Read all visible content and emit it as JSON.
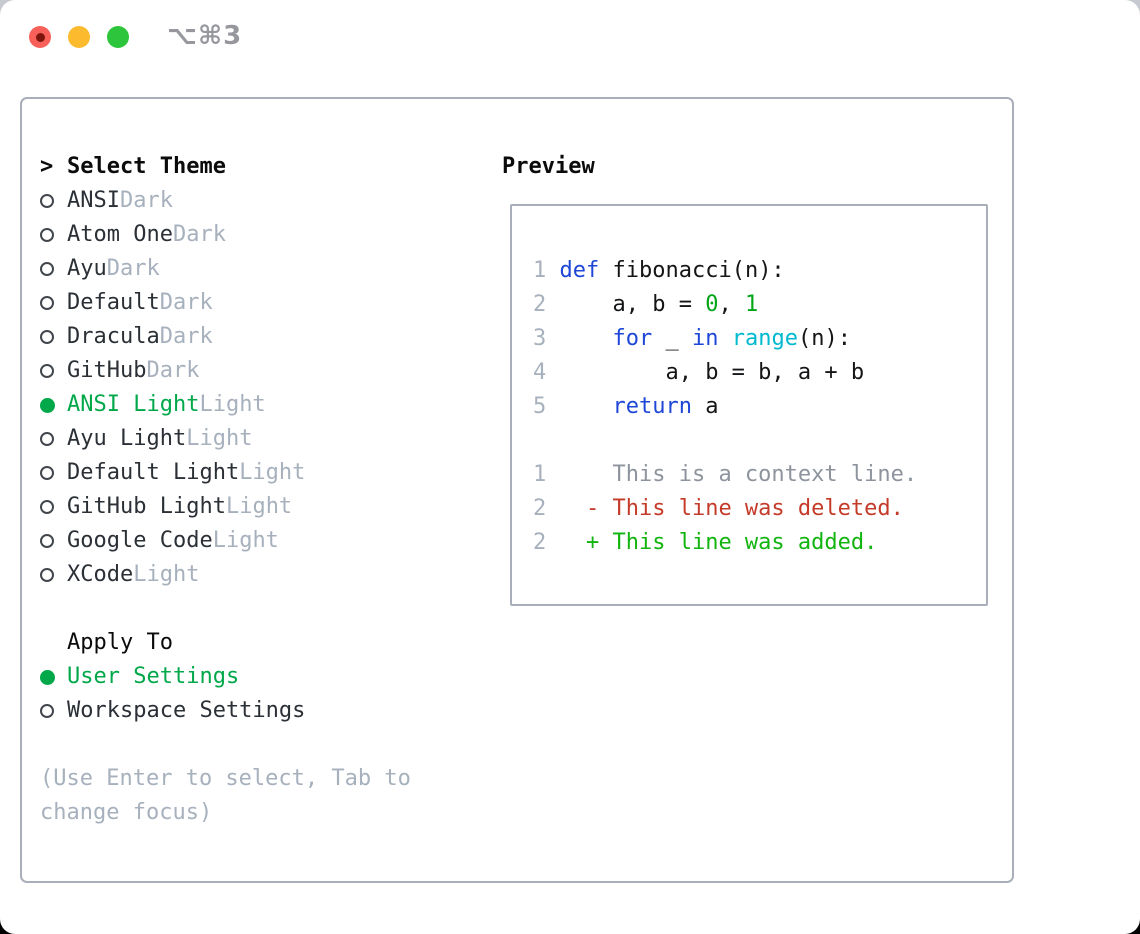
{
  "window": {
    "title": "⌥⌘3",
    "traffic_lights": [
      {
        "name": "close",
        "color": "#f9605a",
        "dot": "#7e150d"
      },
      {
        "name": "minimize",
        "color": "#fcbb2f",
        "dot": null
      },
      {
        "name": "zoom",
        "color": "#2dc53b",
        "dot": null
      }
    ]
  },
  "theme_list": {
    "header_prefix": ">",
    "header": "Select Theme",
    "items": [
      {
        "name": "ANSI",
        "variant": "Dark",
        "selected": false
      },
      {
        "name": "Atom One",
        "variant": "Dark",
        "selected": false
      },
      {
        "name": "Ayu",
        "variant": "Dark",
        "selected": false
      },
      {
        "name": "Default",
        "variant": "Dark",
        "selected": false
      },
      {
        "name": "Dracula",
        "variant": "Dark",
        "selected": false
      },
      {
        "name": "GitHub",
        "variant": "Dark",
        "selected": false
      },
      {
        "name": "ANSI Light",
        "variant": "Light",
        "selected": true
      },
      {
        "name": "Ayu Light",
        "variant": "Light",
        "selected": false
      },
      {
        "name": "Default Light",
        "variant": "Light",
        "selected": false
      },
      {
        "name": "GitHub Light",
        "variant": "Light",
        "selected": false
      },
      {
        "name": "Google Code",
        "variant": "Light",
        "selected": false
      },
      {
        "name": "XCode",
        "variant": "Light",
        "selected": false
      }
    ]
  },
  "apply_to": {
    "header": "Apply To",
    "options": [
      {
        "name": "User Settings",
        "selected": true
      },
      {
        "name": "Workspace Settings",
        "selected": false
      }
    ]
  },
  "help": {
    "line1": "(Use Enter to select, Tab to",
    "line2": "change focus)"
  },
  "preview": {
    "header": "Preview",
    "lines": [
      {
        "num": "1",
        "tokens": [
          [
            "kw",
            "def"
          ],
          [
            "pl",
            " fibonacci(n):"
          ]
        ]
      },
      {
        "num": "2",
        "tokens": [
          [
            "pl",
            "    a, b = "
          ],
          [
            "nu",
            "0"
          ],
          [
            "pl",
            ", "
          ],
          [
            "nu",
            "1"
          ]
        ]
      },
      {
        "num": "3",
        "tokens": [
          [
            "pl",
            "    "
          ],
          [
            "kw",
            "for"
          ],
          [
            "pl",
            " _ "
          ],
          [
            "kw",
            "in"
          ],
          [
            "pl",
            " "
          ],
          [
            "bi",
            "range"
          ],
          [
            "pl",
            "(n):"
          ]
        ]
      },
      {
        "num": "4",
        "tokens": [
          [
            "pl",
            "        a, b = b, a + b"
          ]
        ]
      },
      {
        "num": "5",
        "tokens": [
          [
            "pl",
            "    "
          ],
          [
            "kw",
            "return"
          ],
          [
            "pl",
            " a"
          ]
        ]
      },
      {
        "num": "",
        "tokens": []
      },
      {
        "num": "1",
        "tokens": [
          [
            "ctx",
            "    This is a context line."
          ]
        ]
      },
      {
        "num": "2",
        "tokens": [
          [
            "del",
            "  - This line was deleted."
          ]
        ]
      },
      {
        "num": "2",
        "tokens": [
          [
            "add",
            "  + This line was added."
          ]
        ]
      }
    ]
  },
  "colors": {
    "accent_green": "#00a84a",
    "keyword_blue": "#1e46d7",
    "builtin_cyan": "#00b9cf",
    "number_green": "#00a616",
    "diff_deleted_red": "#c53b2a",
    "diff_added_green": "#12b40f",
    "context_gray": "#8d949d",
    "muted_gray": "#a7b1bd",
    "border_gray": "#a9afba",
    "text_dark": "#2b3036"
  }
}
